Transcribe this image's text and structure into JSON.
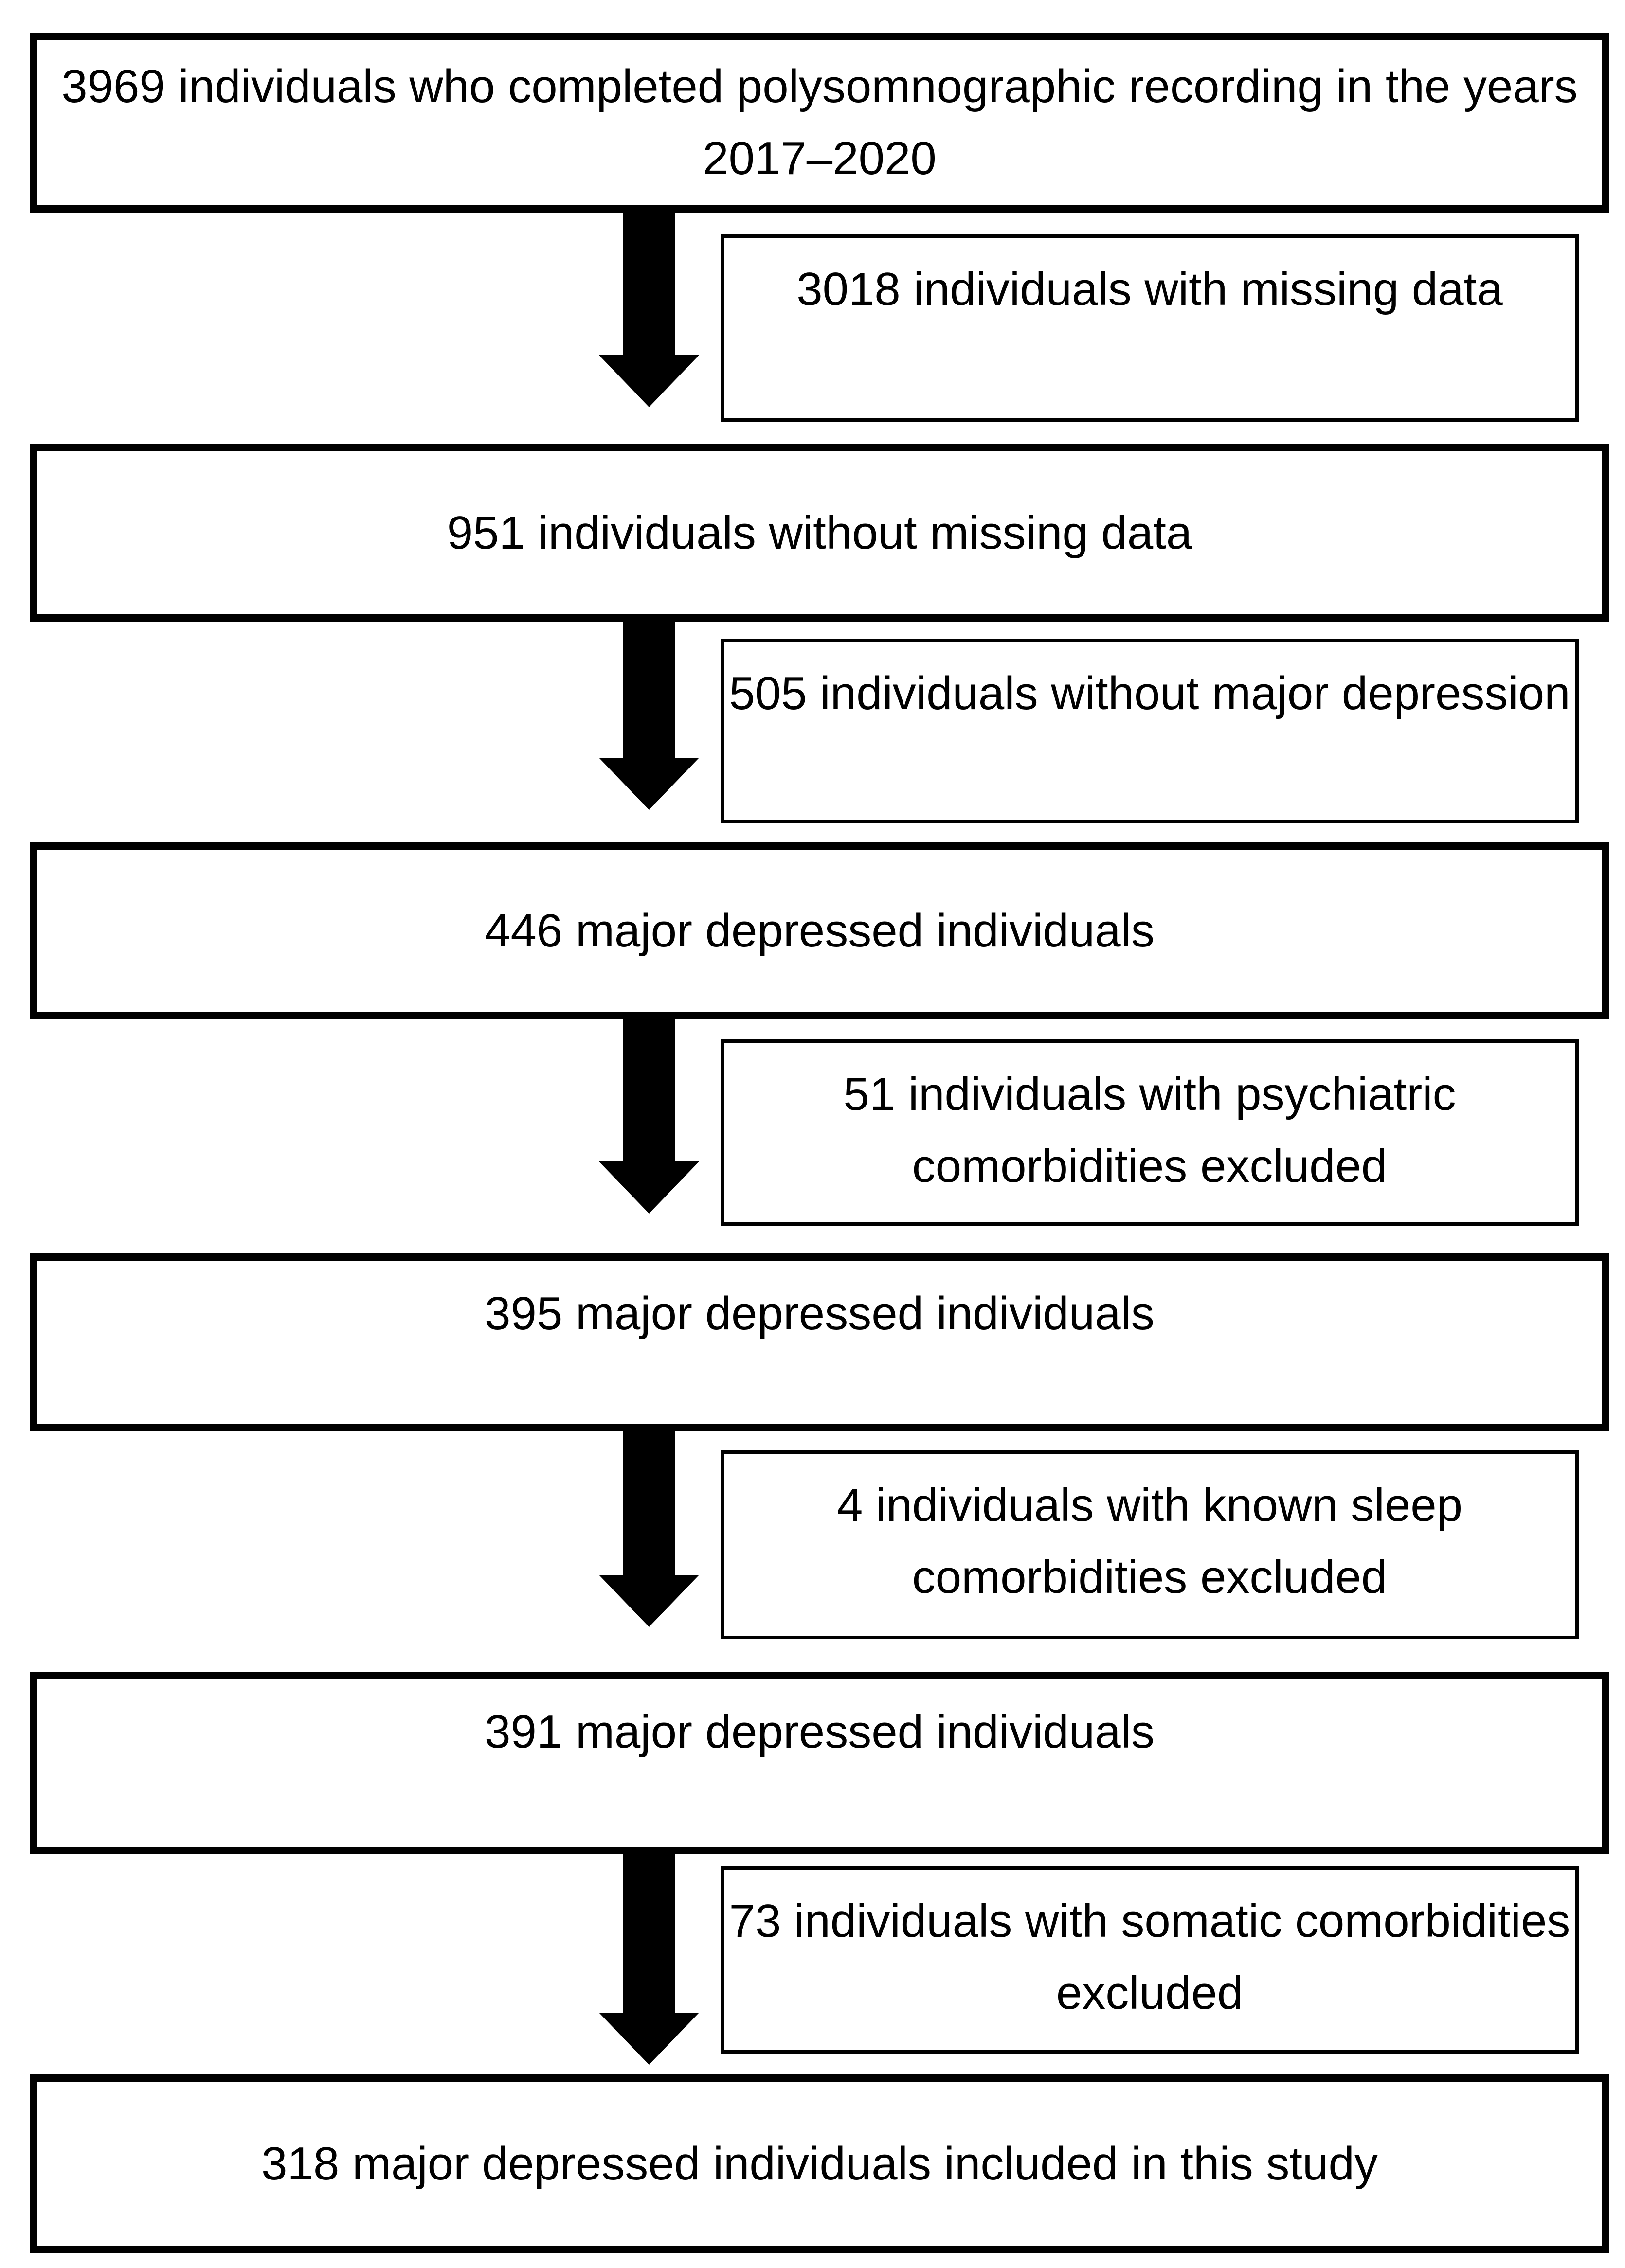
{
  "diagram": {
    "type": "study-flowchart",
    "colors": {
      "background": "#ffffff",
      "box_border": "#000000",
      "arrow": "#000000",
      "text": "#000000"
    },
    "main_boxes": [
      {
        "lines": [
          "3969 individuals who completed polysomnographic recording in the years",
          "2017–2020"
        ]
      },
      {
        "lines": [
          "951 individuals without missing data"
        ]
      },
      {
        "lines": [
          "446 major depressed individuals"
        ]
      },
      {
        "lines": [
          "395 major depressed individuals"
        ]
      },
      {
        "lines": [
          "391 major depressed individuals"
        ]
      },
      {
        "lines": [
          "318 major depressed individuals included in this study"
        ]
      }
    ],
    "exclusion_boxes": [
      {
        "lines": [
          "3018 individuals with missing data"
        ]
      },
      {
        "lines": [
          "505 individuals without major depression"
        ]
      },
      {
        "lines": [
          "51 individuals with psychiatric",
          "comorbidities excluded"
        ]
      },
      {
        "lines": [
          "4 individuals with known sleep",
          "comorbidities excluded"
        ]
      },
      {
        "lines": [
          "73 individuals with somatic comorbidities",
          "excluded"
        ]
      }
    ]
  }
}
